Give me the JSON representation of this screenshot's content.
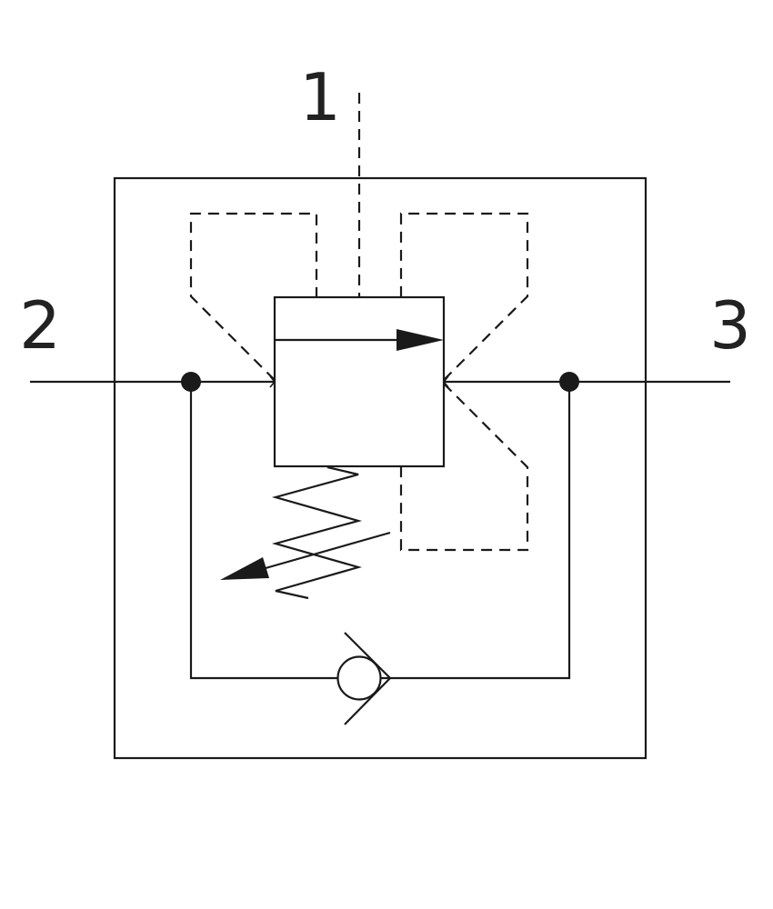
{
  "ports": [
    {
      "id": "port-1",
      "label": "1"
    },
    {
      "id": "port-2",
      "label": "2"
    },
    {
      "id": "port-3",
      "label": "3"
    }
  ],
  "colors": {
    "line": "#1a1a1a",
    "text": "#222222",
    "background": "#ffffff"
  },
  "icons": {
    "valve": "pressure-valve-icon",
    "spring": "adjustable-spring-icon",
    "check": "check-valve-icon"
  }
}
